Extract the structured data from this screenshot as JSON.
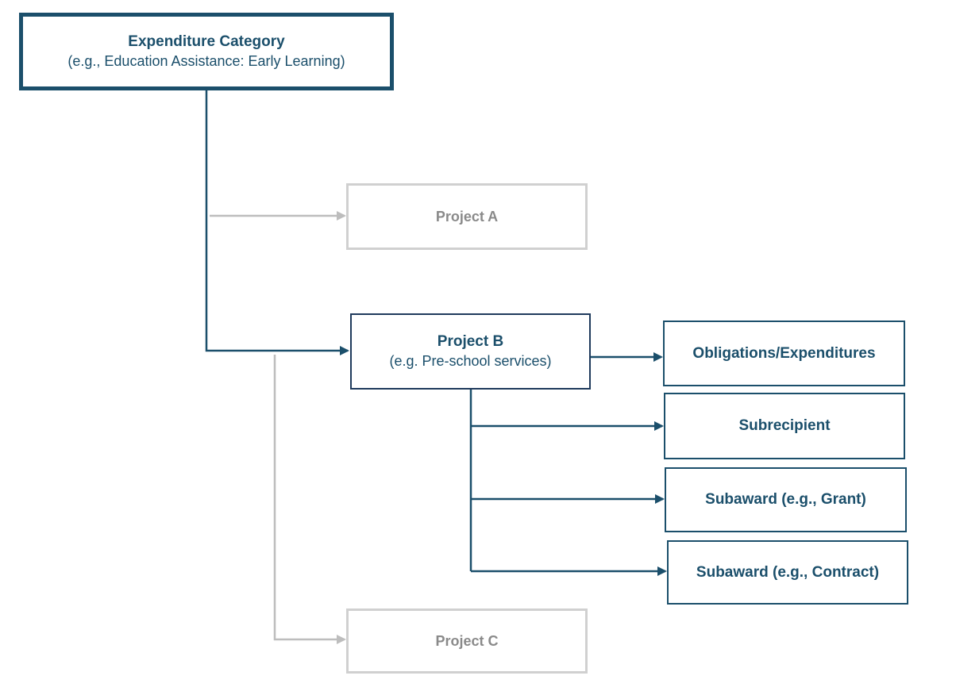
{
  "colors": {
    "primary": "#1b4f6b",
    "navy": "#1f3a5c",
    "muted_border": "#d0d0d0",
    "muted_text": "#8a8a8a",
    "muted_line": "#bdbdbd"
  },
  "root": {
    "title": "Expenditure Category",
    "subtitle": "(e.g., Education Assistance: Early Learning)"
  },
  "project_a": {
    "title": "Project A"
  },
  "project_b": {
    "title": "Project B",
    "subtitle": "(e.g. Pre-school services)"
  },
  "project_c": {
    "title": "Project C"
  },
  "outputs": {
    "obligations": "Obligations/Expenditures",
    "subrecipient": "Subrecipient",
    "subaward_grant": "Subaward (e.g., Grant)",
    "subaward_contract": "Subaward (e.g., Contract)"
  }
}
